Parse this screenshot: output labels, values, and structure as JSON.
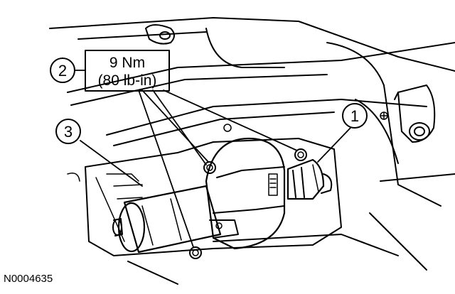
{
  "callouts": [
    {
      "id": "1"
    },
    {
      "id": "2"
    },
    {
      "id": "3"
    }
  ],
  "torque": {
    "line1": "9 Nm",
    "line2": "(80 lb-in)"
  },
  "figure_id": "N0004635",
  "colors": {
    "ink": "#000000",
    "background": "#ffffff"
  }
}
